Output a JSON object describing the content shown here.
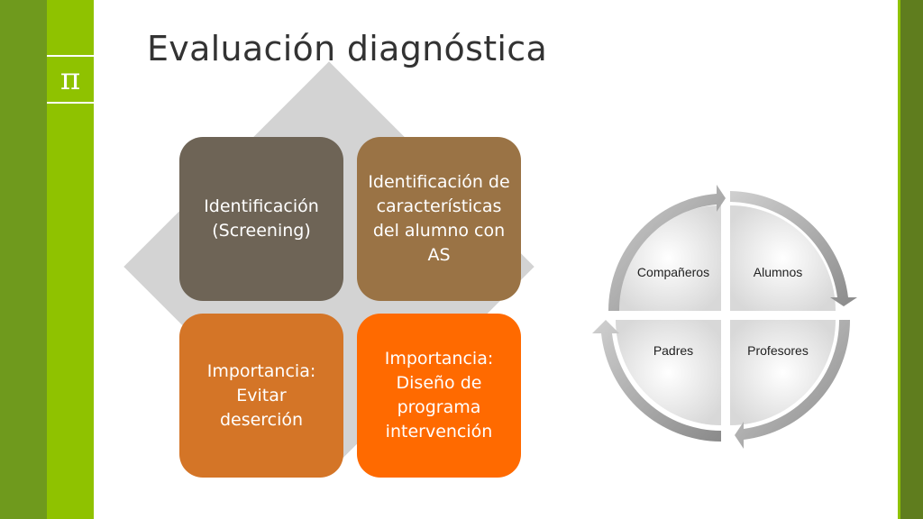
{
  "slide": {
    "title": "Evaluación diagnóstica",
    "pi_symbol": "π"
  },
  "matrix": {
    "cells": [
      {
        "text": "Identificación (Screening)",
        "color": "#6e6456"
      },
      {
        "text": "Identificación de características del alumno con AS",
        "color": "#9a7345"
      },
      {
        "text": "Importancia: Evitar deserción",
        "color": "#d47527"
      },
      {
        "text": "Importancia: Diseño de programa intervención",
        "color": "#ff6a00"
      }
    ]
  },
  "cycle": {
    "quadrants": [
      "Compañeros",
      "Alumnos",
      "Padres",
      "Profesores"
    ]
  },
  "colors": {
    "bar_dark": "#6f9a1d",
    "bar_light": "#8fc200",
    "right_bar": "#5f7d1e"
  }
}
